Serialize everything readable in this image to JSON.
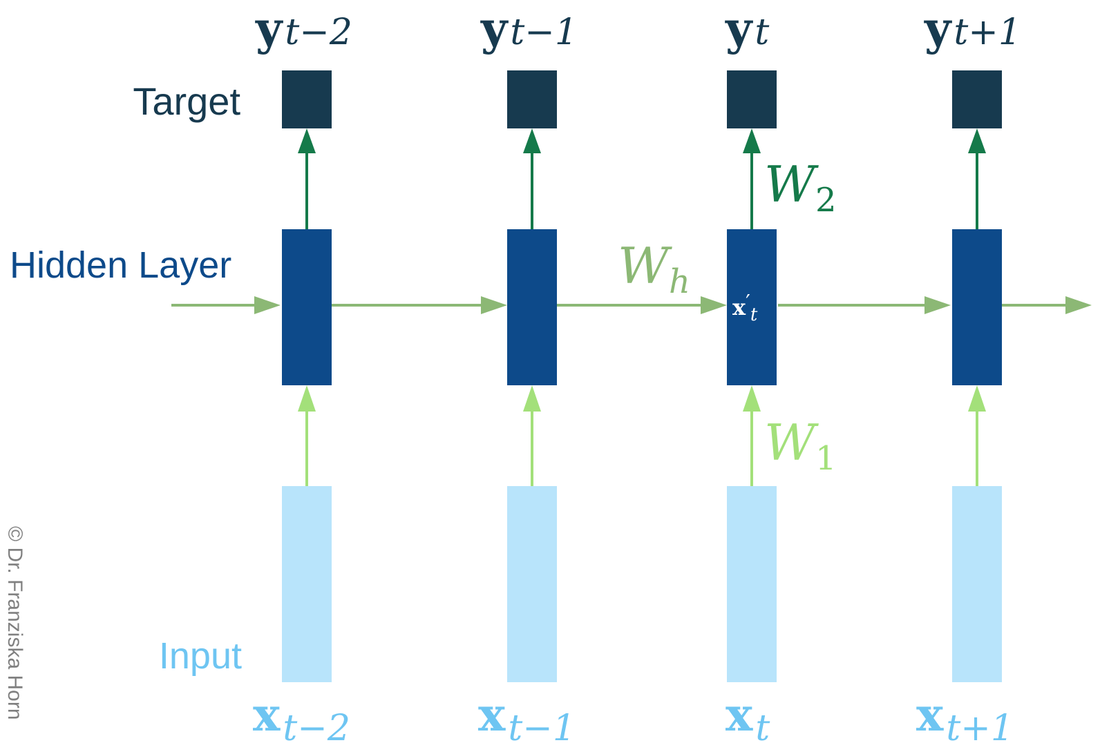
{
  "labels": {
    "target": "Target",
    "hidden": "Hidden Layer",
    "input": "Input",
    "copyright": "© Dr. Franziska Horn"
  },
  "timesteps": [
    {
      "y_main": "y",
      "y_sub": "t−2",
      "x_main": "x",
      "x_sub": "t−2"
    },
    {
      "y_main": "y",
      "y_sub": "t−1",
      "x_main": "x",
      "x_sub": "t−1"
    },
    {
      "y_main": "y",
      "y_sub": "t",
      "x_main": "x",
      "x_sub": "t"
    },
    {
      "y_main": "y",
      "y_sub": "t+1",
      "x_main": "x",
      "x_sub": "t+1"
    }
  ],
  "weights": {
    "w_out_main": "W",
    "w_out_sub": "2",
    "w_in_main": "W",
    "w_in_sub": "1",
    "w_h_main": "W",
    "w_h_sub": "h"
  },
  "hidden_state": {
    "main": "x",
    "prime": "′",
    "sub": "t"
  },
  "colors": {
    "target": "#173a4f",
    "hidden": "#0d4a8a",
    "input": "#b8e4fb",
    "input_text": "#6ec5f2",
    "out_arrow": "#157a4a",
    "in_arrow": "#a3e07a",
    "recurrent_arrow": "#8cb875",
    "label_dark": "#173a4f",
    "copyright": "#808080"
  }
}
